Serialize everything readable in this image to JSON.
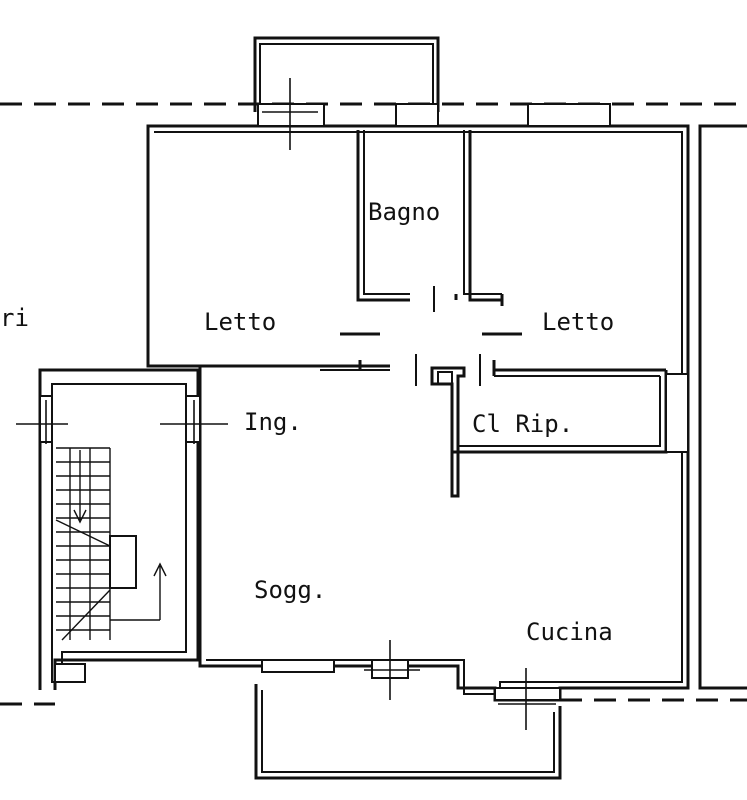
{
  "rooms": {
    "bagno": "Bagno",
    "letto_left": "Letto",
    "letto_right": "Letto",
    "ingresso": "Ing.",
    "cl_rip": "Cl Rip.",
    "soggiorno": "Sogg.",
    "cucina": "Cucina",
    "cut_off_left": "ri"
  }
}
